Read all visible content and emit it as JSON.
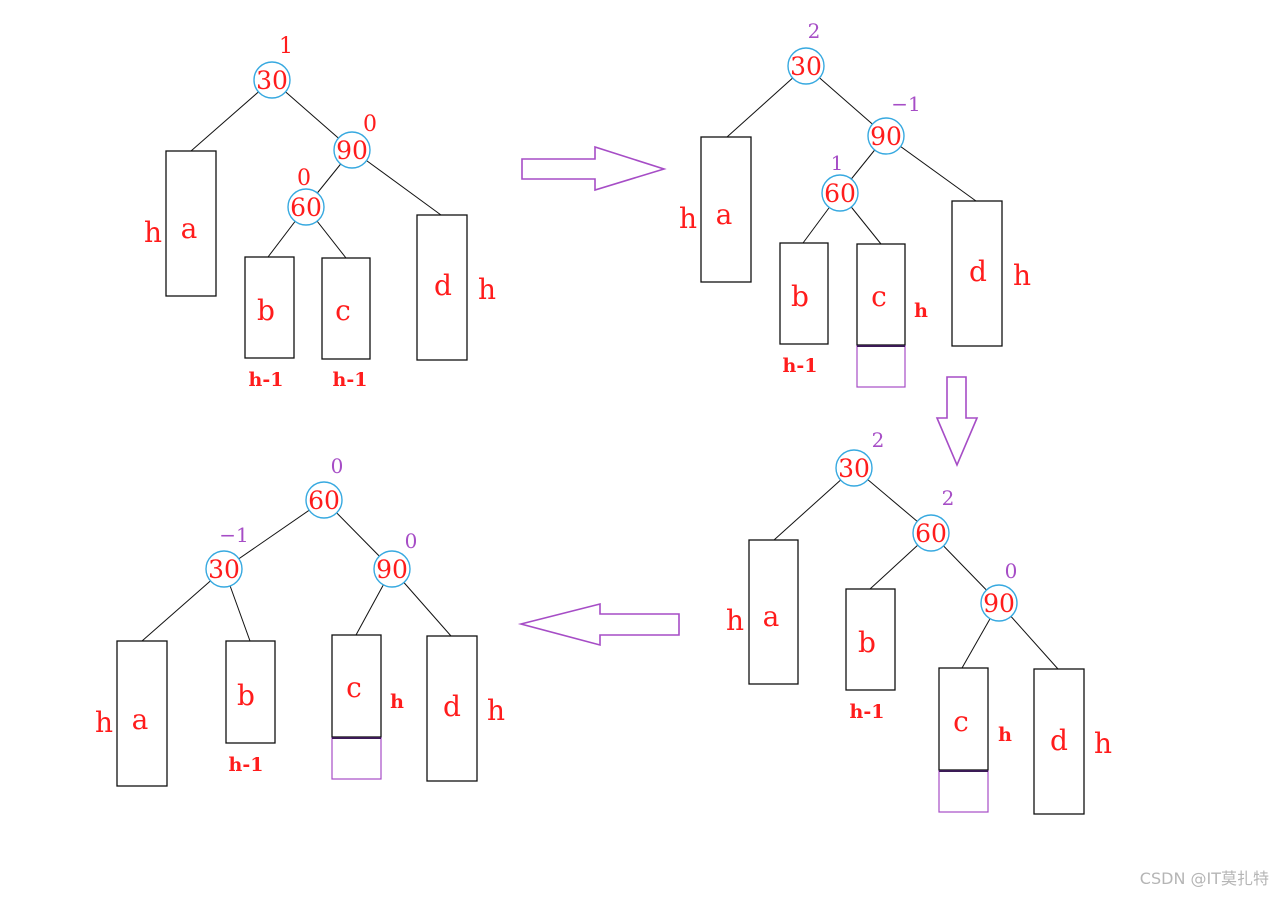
{
  "diagram1": {
    "nodes": [
      {
        "key": "30",
        "bf": "1"
      },
      {
        "key": "90",
        "bf": "0"
      },
      {
        "key": "60",
        "bf": "0"
      }
    ],
    "subtrees": [
      {
        "name": "a",
        "height": "h"
      },
      {
        "name": "b",
        "height": "h-1"
      },
      {
        "name": "c",
        "height": "h-1"
      },
      {
        "name": "d",
        "height": "h"
      }
    ]
  },
  "diagram2": {
    "nodes": [
      {
        "key": "30",
        "bf": "2"
      },
      {
        "key": "90",
        "bf": "−1"
      },
      {
        "key": "60",
        "bf": "1"
      }
    ],
    "subtrees": [
      {
        "name": "a",
        "height": "h"
      },
      {
        "name": "b",
        "height": "h-1"
      },
      {
        "name": "c",
        "height": "h"
      },
      {
        "name": "d",
        "height": "h"
      }
    ]
  },
  "diagram3": {
    "nodes": [
      {
        "key": "30",
        "bf": "2"
      },
      {
        "key": "60",
        "bf": "2"
      },
      {
        "key": "90",
        "bf": "0"
      }
    ],
    "subtrees": [
      {
        "name": "a",
        "height": "h"
      },
      {
        "name": "b",
        "height": "h-1"
      },
      {
        "name": "c",
        "height": "h"
      },
      {
        "name": "d",
        "height": "h"
      }
    ]
  },
  "diagram4": {
    "nodes": [
      {
        "key": "60",
        "bf": "0"
      },
      {
        "key": "30",
        "bf": "−1"
      },
      {
        "key": "90",
        "bf": "0"
      }
    ],
    "subtrees": [
      {
        "name": "a",
        "height": "h"
      },
      {
        "name": "b",
        "height": "h-1"
      },
      {
        "name": "c",
        "height": "h"
      },
      {
        "name": "d",
        "height": "h"
      }
    ]
  },
  "watermark": "CSDN @IT莫扎特",
  "colors": {
    "label": "#ff1c1c",
    "balance_changed": "#a64dc6",
    "node_circle": "#37a9e0",
    "arrow": "#a64dc6"
  }
}
